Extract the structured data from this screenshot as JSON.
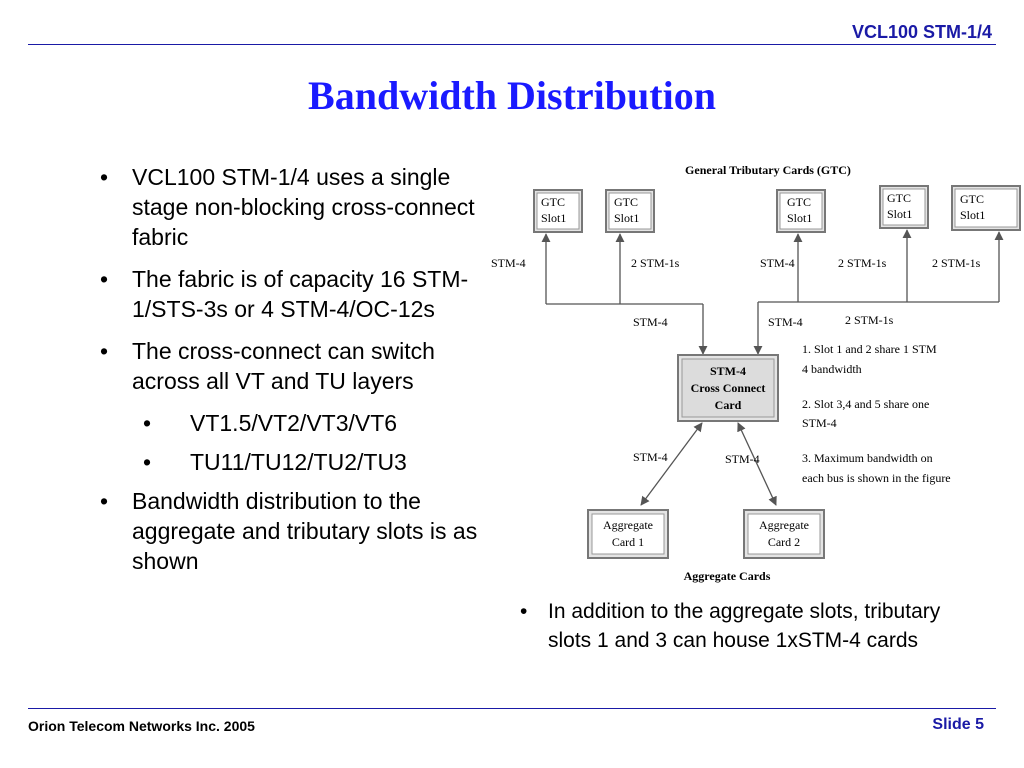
{
  "header": {
    "tag": "VCL100 STM-1/4"
  },
  "title": "Bandwidth Distribution",
  "bullets": [
    {
      "text": "VCL100 STM-1/4 uses a single stage non-blocking cross-connect fabric"
    },
    {
      "text": "The fabric is of capacity 16 STM-1/STS-3s or 4 STM-4/OC-12s"
    },
    {
      "text": "The cross-connect can switch across all VT and TU layers"
    },
    {
      "text": "VT1.5/VT2/VT3/VT6",
      "sub": true
    },
    {
      "text": "TU11/TU12/TU2/TU3",
      "sub": true
    },
    {
      "text": "Bandwidth distribution to the aggregate and tributary slots is as shown"
    }
  ],
  "bullet_marker": "•",
  "diagram": {
    "gtc_heading": "General Tributary Cards (GTC)",
    "gtc_cards": [
      {
        "line1": "GTC",
        "line2": "Slot1"
      },
      {
        "line1": "GTC",
        "line2": "Slot1"
      },
      {
        "line1": "GTC",
        "line2": "Slot1"
      },
      {
        "line1": "GTC",
        "line2": "Slot1"
      },
      {
        "line1": "GTC",
        "line2": "Slot1"
      }
    ],
    "upper_labels": [
      "STM-4",
      "2 STM-1s",
      "STM-4",
      "2 STM-1s",
      "2 STM-1s"
    ],
    "mid_labels": [
      "STM-4",
      "STM-4",
      "2 STM-1s"
    ],
    "cross_connect": {
      "line1": "STM-4",
      "line2": "Cross Connect",
      "line3": "Card"
    },
    "lower_labels": [
      "STM-4",
      "STM-4"
    ],
    "aggregate_cards": [
      {
        "line1": "Aggregate",
        "line2": "Card 1"
      },
      {
        "line1": "Aggregate",
        "line2": "Card 2"
      }
    ],
    "aggregate_heading": "Aggregate Cards",
    "notes": [
      {
        "line1": "1. Slot 1 and 2 share 1 STM",
        "line2": "4 bandwidth"
      },
      {
        "line1": "2. Slot 3,4 and 5 share one",
        "line2": "STM-4"
      },
      {
        "line1": "3. Maximum bandwidth on",
        "line2": "each bus is shown in the figure"
      }
    ]
  },
  "bullet2": "In addition to the aggregate slots, tributary slots 1 and 3 can house 1xSTM-4 cards",
  "footer": {
    "left": "Orion Telecom Networks Inc. 2005",
    "right": "Slide 5"
  }
}
